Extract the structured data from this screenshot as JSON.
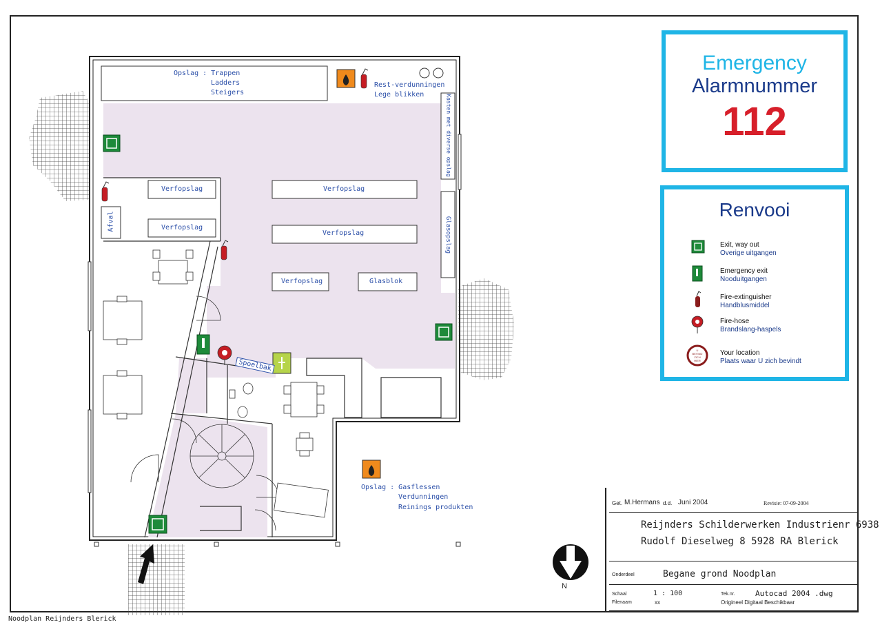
{
  "emergency": {
    "title": "Emergency",
    "subtitle": "Alarmnummer",
    "number": "112"
  },
  "renvooi": {
    "title": "Renvooi",
    "items": [
      {
        "icon": "exit-way-out-icon",
        "line1": "Exit, way out",
        "line2": "Overige uitgangen"
      },
      {
        "icon": "emergency-exit-icon",
        "line1": "Emergency exit",
        "line2": "Nooduitgangen"
      },
      {
        "icon": "fire-extinguisher-icon",
        "line1": "Fire-extinguisher",
        "line2": "Handblusmiddel"
      },
      {
        "icon": "fire-hose-icon",
        "line1": "Fire-hose",
        "line2": "Brandslang-haspels"
      },
      {
        "icon": "your-location-icon",
        "line1": "Your location",
        "line2": "Plaats waar U zich bevindt"
      }
    ],
    "location_badge": [
      "U",
      "BEVIND",
      "ZICH",
      "HIER"
    ]
  },
  "plan": {
    "storage_top": [
      "Opslag : Trappen",
      "Ladders",
      "Steigers"
    ],
    "rest": [
      "Rest-verdunningen",
      "Lege blikken"
    ],
    "kasten": "Kasten met diverse opslag",
    "glasopslag": "Glasopslag",
    "afval": "Afval",
    "verfopslag": "Verfopslag",
    "glasblok": "Glasblok",
    "spoelbak": "Spoelbak",
    "gas": [
      "Opslag : Gasflessen",
      "Verdunningen",
      "Reinings produkten"
    ],
    "north": "N"
  },
  "titleblock": {
    "get_label": "Get.",
    "get_value": "M.Hermans",
    "dd_label": "d.d.",
    "dd_value": "Juni 2004",
    "revisie": "Revisie: 07-09-2004",
    "company1": "Reijnders Schilderwerken Industrienr 6938",
    "company2": "Rudolf Dieselweg 8 5928 RA Blerick",
    "onderdeel_label": "Onderdeel",
    "onderdeel_value": "Begane grond Noodplan",
    "schaal_label": "Schaal",
    "schaal_value": "1 : 100",
    "teknr_label": "Tek.nr.",
    "teknr_value": "Autocad 2004 .dwg",
    "filenaam_label": "Filenaam",
    "filenaam_value": "xx",
    "origineel": "Origineel Digitaal Beschikbaar"
  },
  "footer": "Noodplan Reijnders Blerick",
  "colors": {
    "accent_blue": "#1fb5e6",
    "navy": "#1a3a8a",
    "alarm_red": "#d71f2a",
    "floor_pink": "#ece3ee",
    "exit_green": "#1e8a3a",
    "hazard_orange": "#f08a1c"
  }
}
